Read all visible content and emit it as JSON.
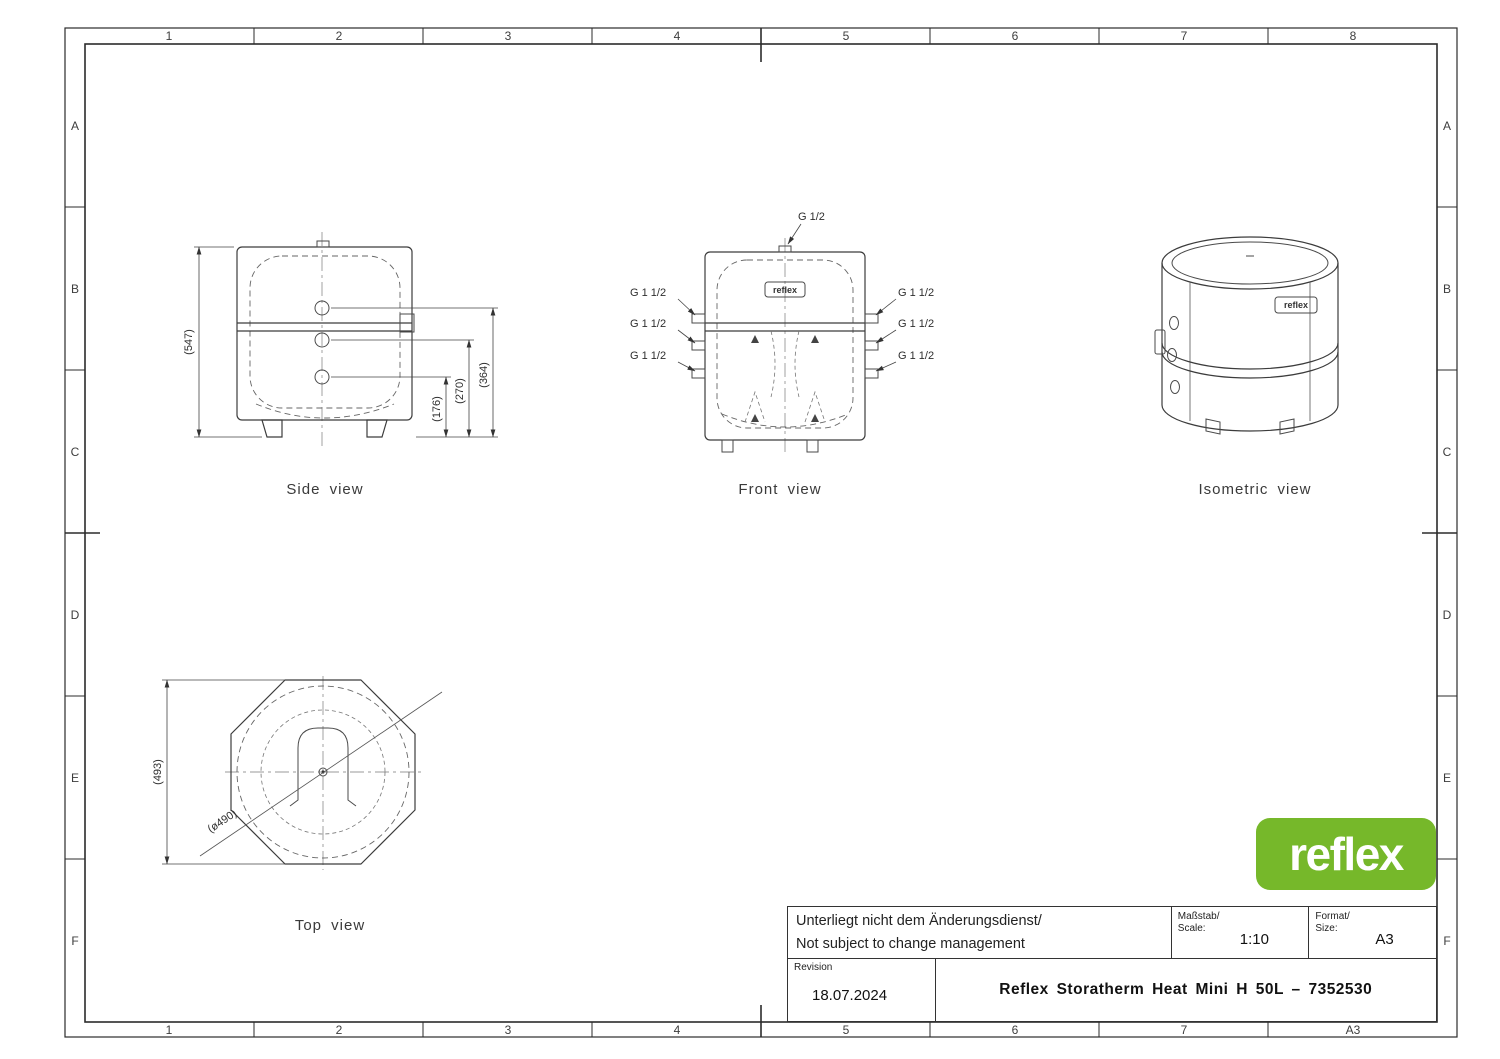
{
  "frame": {
    "columns": [
      "1",
      "2",
      "3",
      "4",
      "5",
      "6",
      "7",
      "8"
    ],
    "rows": [
      "A",
      "B",
      "C",
      "D",
      "E",
      "F"
    ],
    "sheet_label": "A3"
  },
  "views": {
    "side": {
      "title": "Side view",
      "dim_height": "(547)",
      "dim_port_top": "(364)",
      "dim_port_mid": "(270)",
      "dim_port_bottom": "(176)"
    },
    "front": {
      "title": "Front view",
      "top_port": "G 1/2",
      "left_ports": [
        "G 1 1/2",
        "G 1 1/2",
        "G 1 1/2"
      ],
      "right_ports": [
        "G 1 1/2",
        "G 1 1/2",
        "G 1 1/2"
      ],
      "tank_label": "reflex"
    },
    "isometric": {
      "title": "Isometric view",
      "tank_label": "reflex"
    },
    "top": {
      "title": "Top view",
      "dim_width": "(493)",
      "dim_diameter": "(ø490)"
    }
  },
  "title_block": {
    "change_note_de": "Unterliegt nicht dem Änderungsdienst/",
    "change_note_en": "Not subject to change management",
    "scale_label_de": "Maßstab/",
    "scale_label_en": "Scale:",
    "scale_value": "1:10",
    "format_label_de": "Format/",
    "format_label_en": "Size:",
    "format_value": "A3",
    "revision_label": "Revision",
    "revision_date": "18.07.2024",
    "drawing_title": "Reflex Storatherm Heat Mini H 50L – 7352530"
  },
  "logo": {
    "text": "reflex",
    "color": "#76b82a"
  }
}
